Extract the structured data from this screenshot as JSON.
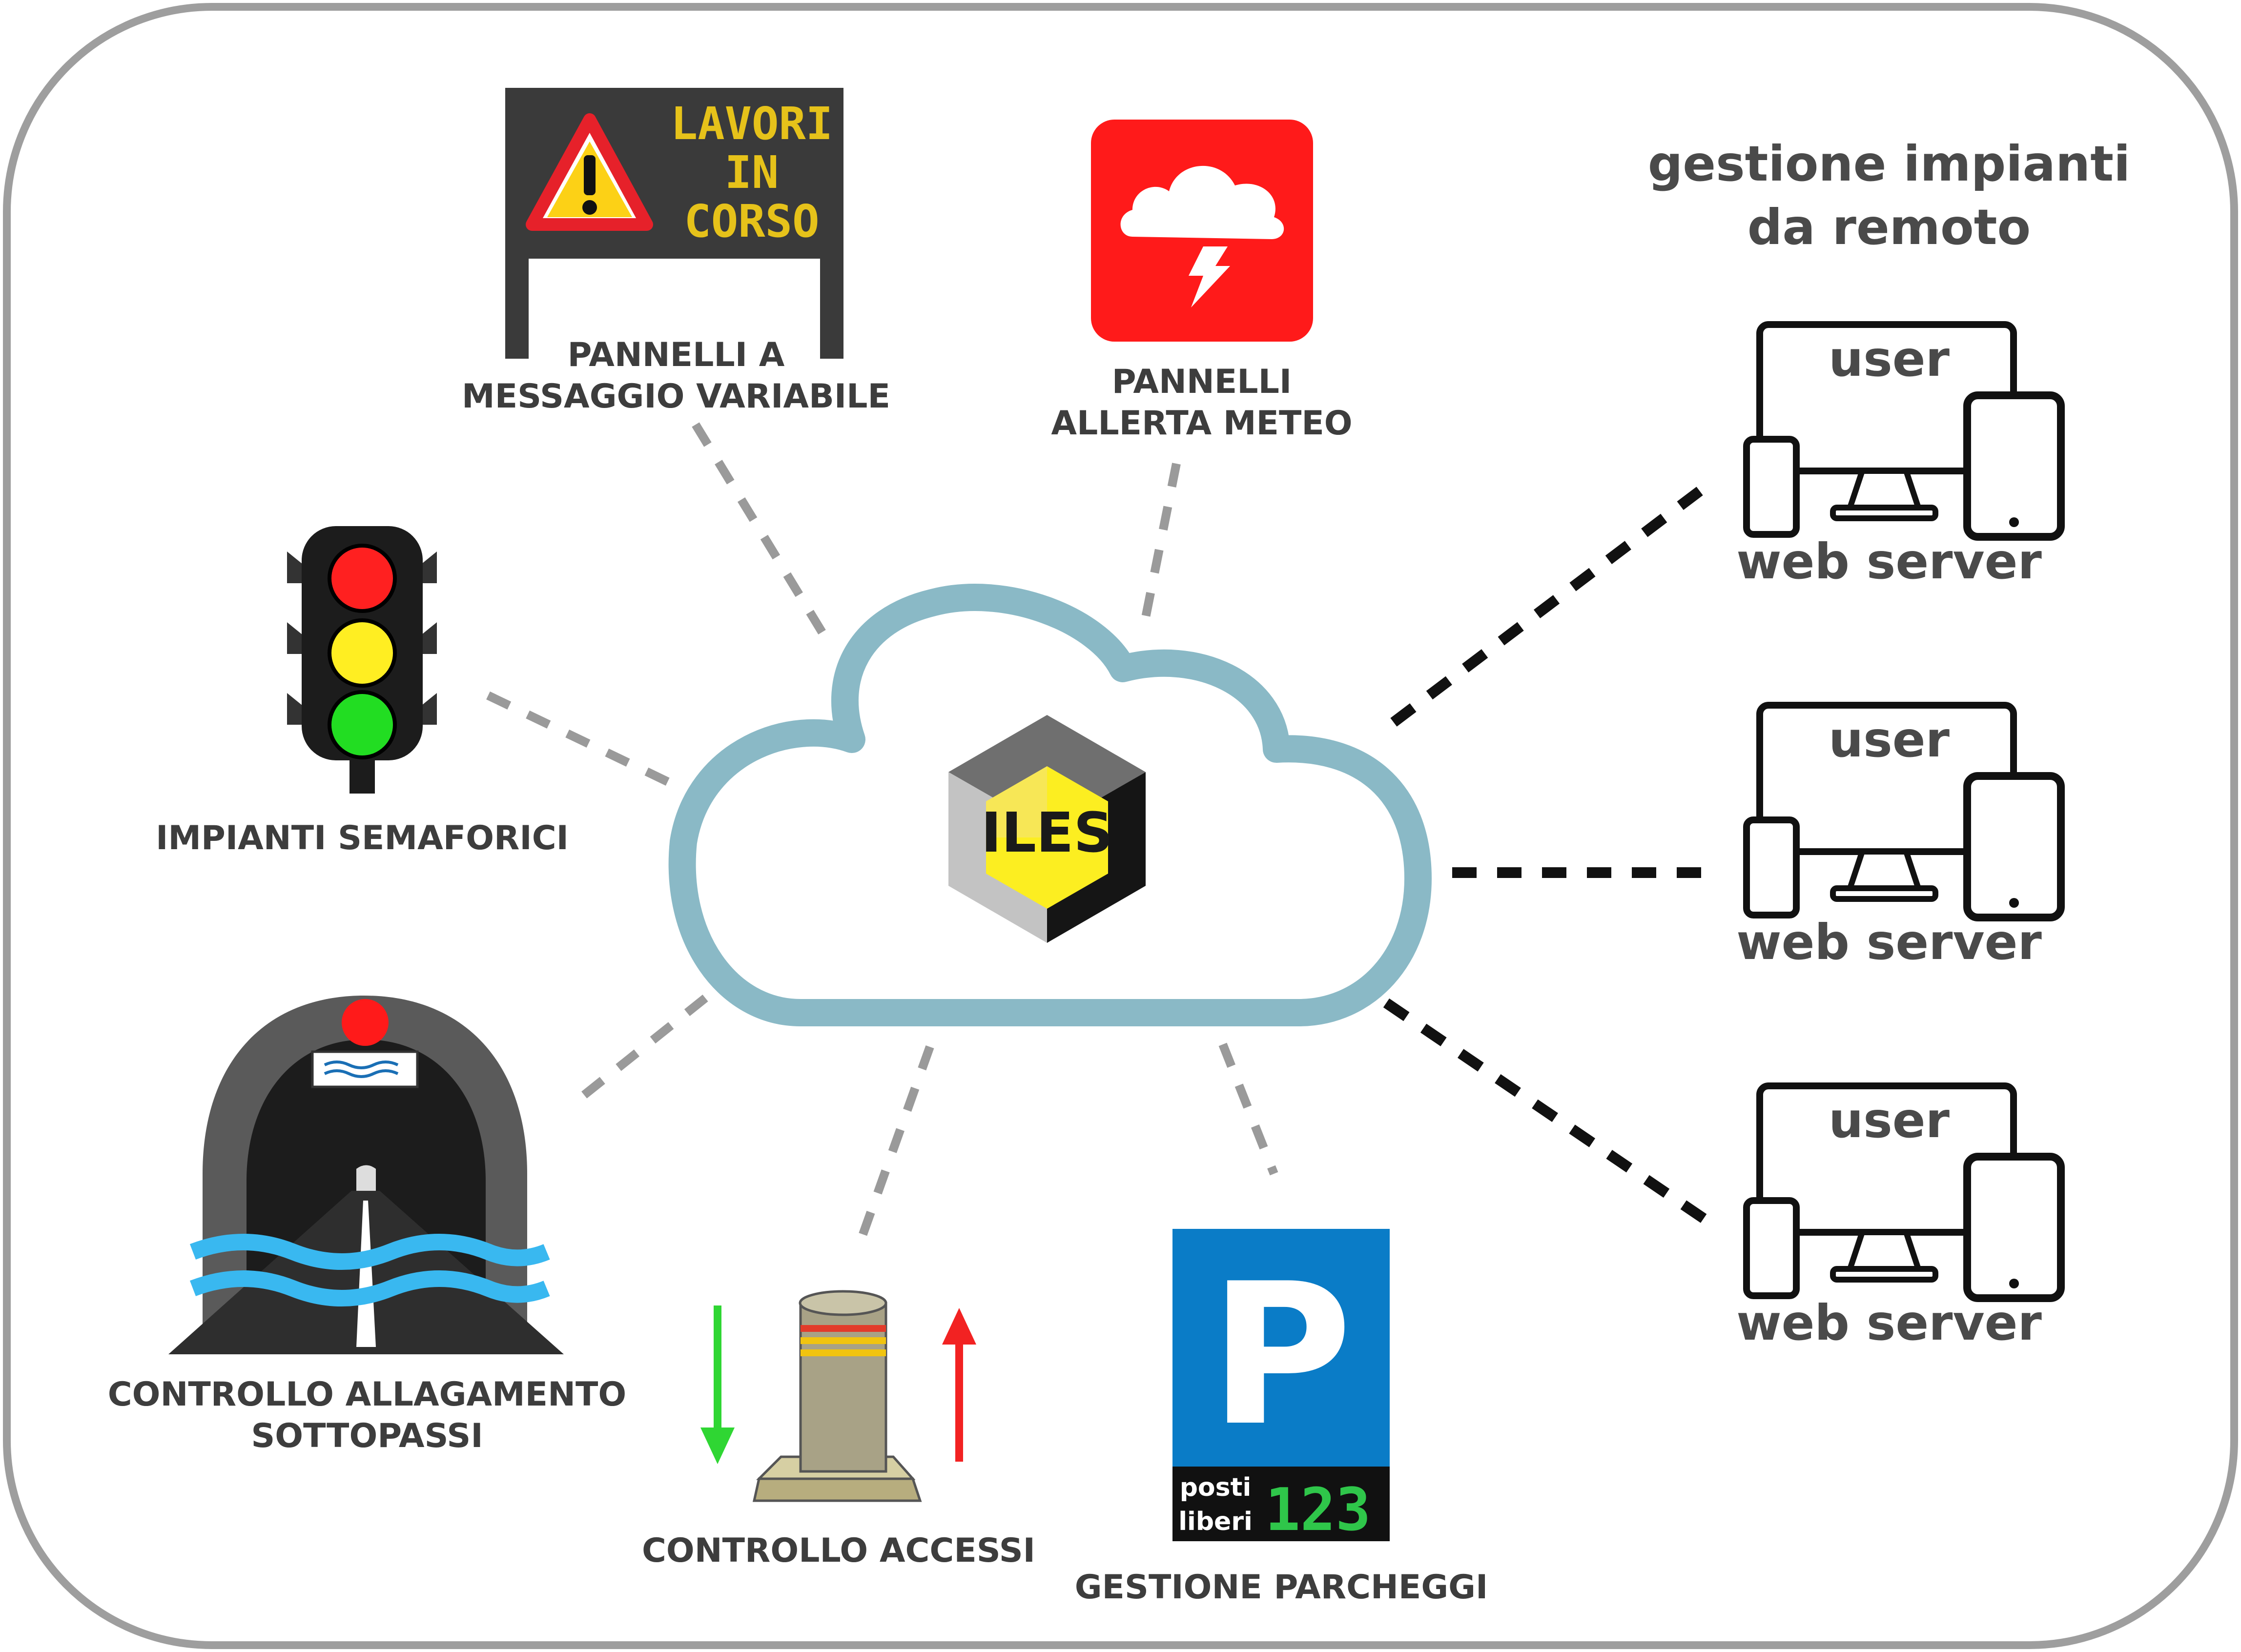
{
  "center": {
    "logo_text": "ILES"
  },
  "vms": {
    "sign_lines": [
      "LAVORI",
      "IN",
      "CORSO"
    ],
    "label_lines": [
      "PANNELLI A",
      "MESSAGGIO VARIABILE"
    ]
  },
  "meteo": {
    "label_lines": [
      "PANNELLI",
      "ALLERTA METEO"
    ]
  },
  "traffic_lights": {
    "label": "IMPIANTI SEMAFORICI"
  },
  "flooding": {
    "label_lines": [
      "CONTROLLO ALLAGAMENTO",
      "SOTTOPASSI"
    ]
  },
  "access": {
    "label": "CONTROLLO ACCESSI"
  },
  "parking": {
    "sign_letter": "P",
    "sign_text_lines": [
      "posti",
      "liberi"
    ],
    "counter": "123",
    "label": "GESTIONE PARCHEGGI"
  },
  "remote": {
    "title_lines": [
      "gestione impianti",
      "da remoto"
    ],
    "stations": [
      {
        "top": "user",
        "bottom": "web server"
      },
      {
        "top": "user",
        "bottom": "web server"
      },
      {
        "top": "user",
        "bottom": "web server"
      }
    ]
  },
  "colors": {
    "frame": "#9e9e9e",
    "cloud": "#8ab9c6",
    "connector_grey": "#9a9a9a",
    "connector_black": "#111111",
    "meteo_red": "#ff1a1a",
    "parking_blue": "#0a7cc7",
    "led_green": "#2fc64a",
    "water_blue": "#39b8f0"
  }
}
